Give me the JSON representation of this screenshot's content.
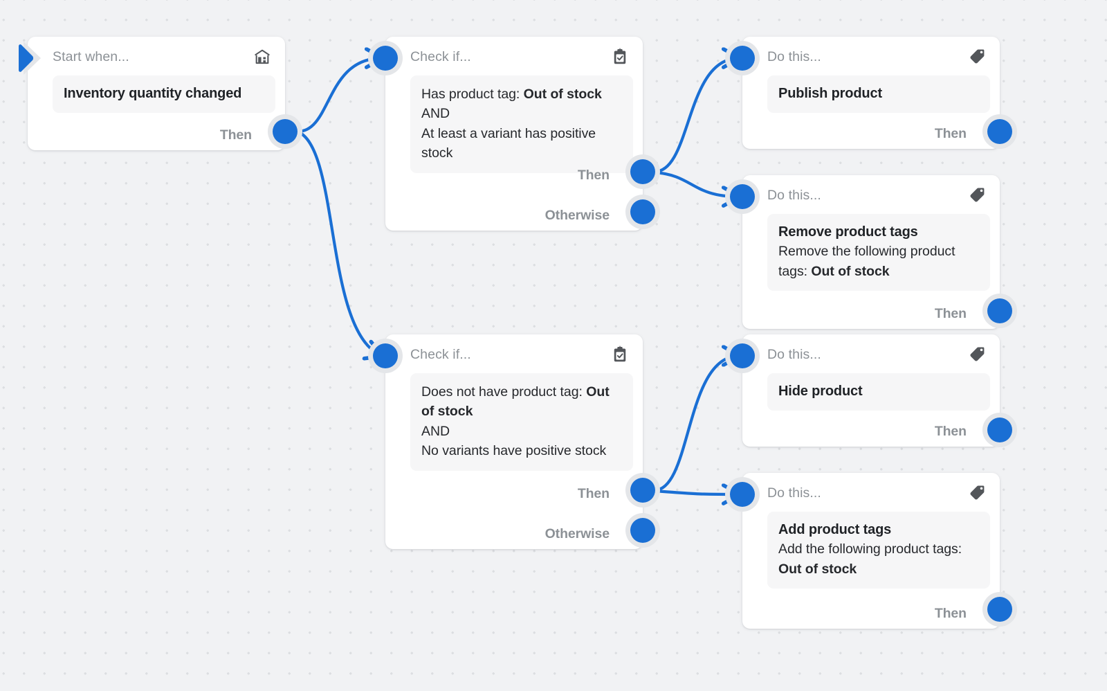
{
  "canvas": {
    "background_color": "#f1f2f4",
    "dot_color": "#dcdee1",
    "accent_color": "#1a6fd4",
    "card_color": "#ffffff",
    "body_color": "#f6f6f7",
    "muted_text_color": "#8c9196"
  },
  "labels": {
    "trigger_kind": "Start when...",
    "condition_kind": "Check if...",
    "action_kind": "Do this...",
    "then": "Then",
    "otherwise": "Otherwise"
  },
  "nodes": {
    "trigger": {
      "kind": "Start when...",
      "icon": "store-icon",
      "title": "Inventory quantity changed",
      "ports": [
        {
          "label": "Then",
          "name": "then-port"
        }
      ]
    },
    "condition_1": {
      "kind": "Check if...",
      "icon": "clipboard-check-icon",
      "lines": [
        {
          "text": "Has product tag: ",
          "strong": "Out of stock"
        },
        {
          "text": "AND",
          "strong": ""
        },
        {
          "text": "At least a variant has positive stock",
          "strong": ""
        }
      ],
      "ports": [
        {
          "label": "Then",
          "name": "then-port"
        },
        {
          "label": "Otherwise",
          "name": "otherwise-port"
        }
      ]
    },
    "condition_2": {
      "kind": "Check if...",
      "icon": "clipboard-check-icon",
      "lines": [
        {
          "text": "Does not have product tag: ",
          "strong": "Out of stock"
        },
        {
          "text": "AND",
          "strong": ""
        },
        {
          "text": "No variants have positive stock",
          "strong": ""
        }
      ],
      "ports": [
        {
          "label": "Then",
          "name": "then-port"
        },
        {
          "label": "Otherwise",
          "name": "otherwise-port"
        }
      ]
    },
    "action_publish": {
      "kind": "Do this...",
      "icon": "tag-icon",
      "title": "Publish product",
      "subtitle": "",
      "subtitle_strong": "",
      "ports": [
        {
          "label": "Then",
          "name": "then-port"
        }
      ]
    },
    "action_remove_tags": {
      "kind": "Do this...",
      "icon": "tag-icon",
      "title": "Remove product tags",
      "subtitle": "Remove the following product tags: ",
      "subtitle_strong": "Out of stock",
      "ports": [
        {
          "label": "Then",
          "name": "then-port"
        }
      ]
    },
    "action_hide": {
      "kind": "Do this...",
      "icon": "tag-icon",
      "title": "Hide product",
      "subtitle": "",
      "subtitle_strong": "",
      "ports": [
        {
          "label": "Then",
          "name": "then-port"
        }
      ]
    },
    "action_add_tags": {
      "kind": "Do this...",
      "icon": "tag-icon",
      "title": "Add product tags",
      "subtitle": "Add the following product tags: ",
      "subtitle_strong": "Out of stock",
      "ports": [
        {
          "label": "Then",
          "name": "then-port"
        }
      ]
    }
  }
}
